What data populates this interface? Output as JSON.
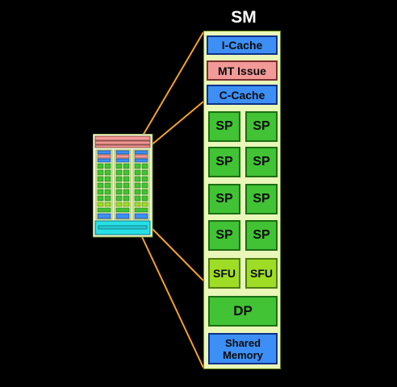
{
  "title": "SM",
  "blocks": {
    "icache": "I-Cache",
    "mt_issue": "MT Issue",
    "ccache": "C-Cache",
    "sp": "SP",
    "sfu": "SFU",
    "dp": "DP",
    "shared_line1": "Shared",
    "shared_line2": "Memory"
  },
  "colors": {
    "background": "#000000",
    "cache_blue": "#3d8ff5",
    "issue_pink": "#f29a98",
    "sp_green": "#42c235",
    "sfu_lime": "#9fdc26",
    "panel_bg": "#e9f7b8",
    "connector_orange": "#f3a22c",
    "shared_cyan": "#26e0e6"
  },
  "icons": {
    "thumbnail": "gpu-sm-thumbnail-icon",
    "connectors": "zoom-connector-lines"
  }
}
